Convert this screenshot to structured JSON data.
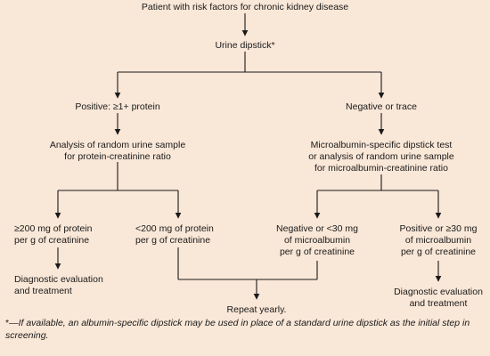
{
  "nodes": {
    "root": "Patient with risk factors for chronic kidney disease",
    "dipstick": "Urine dipstick*",
    "positive": "Positive: ≥1+ protein",
    "negative_trace": "Negative or trace",
    "analysis_pcr": [
      "Analysis of random urine sample",
      "for protein-creatinine ratio"
    ],
    "micro_test": [
      "Microalbumin-specific dipstick test",
      "or analysis of random urine sample",
      "for microalbumin-creatinine ratio"
    ],
    "ge200": [
      "≥200 mg of protein",
      "per g of creatinine"
    ],
    "lt200": [
      "<200 mg of protein",
      "per g of creatinine"
    ],
    "neg_lt30": [
      "Negative or <30 mg",
      "of microalbumin",
      "per g of creatinine"
    ],
    "pos_ge30": [
      "Positive or ≥30 mg",
      "of microalbumin",
      "per g of creatinine"
    ],
    "diag_left": [
      "Diagnostic evaluation",
      "and treatment"
    ],
    "diag_right": [
      "Diagnostic evaluation",
      "and treatment"
    ],
    "repeat": "Repeat yearly."
  },
  "footnote": {
    "mark": "*",
    "text": "—If available, an albumin-specific dipstick may be used in place of a standard urine dipstick as the initial step in screening."
  },
  "colors": {
    "background": "#f9e7d7",
    "line": "#1a1a1a"
  }
}
